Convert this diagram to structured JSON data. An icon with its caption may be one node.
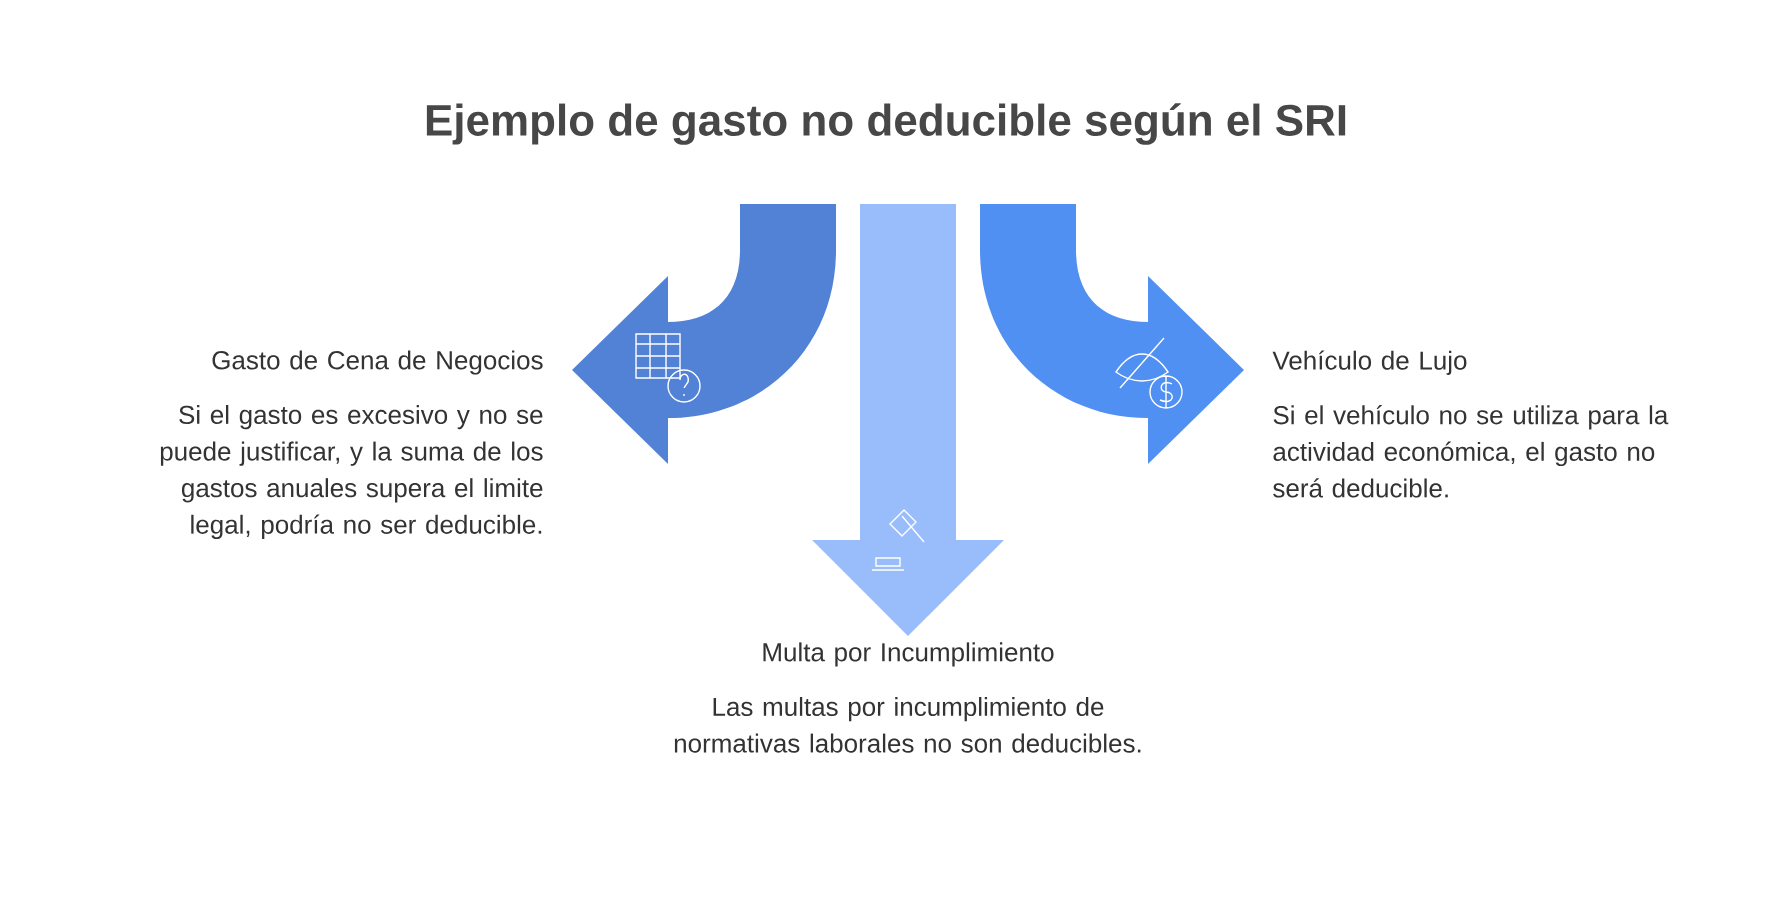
{
  "diagram": {
    "title": "Ejemplo de gasto no deducible según el SRI",
    "nodes": [
      {
        "text": [
          "Gasto de Cena de Negocios",
          "Si el gasto es excesivo y no se puede justificar, y la suma de los gastos anuales supera el limite legal, podría no ser deducible."
        ]
      },
      {
        "text": [
          "Multa por Incumplimiento",
          "Las multas por incumplimiento de normativas laborales no son deducibles."
        ]
      },
      {
        "text": [
          "Vehículo de Lujo",
          "Si el vehículo no se utiliza para la actividad económica, el gasto no será deducible."
        ]
      }
    ],
    "edges": [
      {
        "from": null,
        "to": 0,
        "arrow": "to",
        "color": "#5282d6"
      },
      {
        "from": null,
        "to": 1,
        "arrow": "to",
        "color": "#99bdfb"
      },
      {
        "from": null,
        "to": 2,
        "arrow": "to",
        "color": "#5090f2"
      }
    ]
  }
}
